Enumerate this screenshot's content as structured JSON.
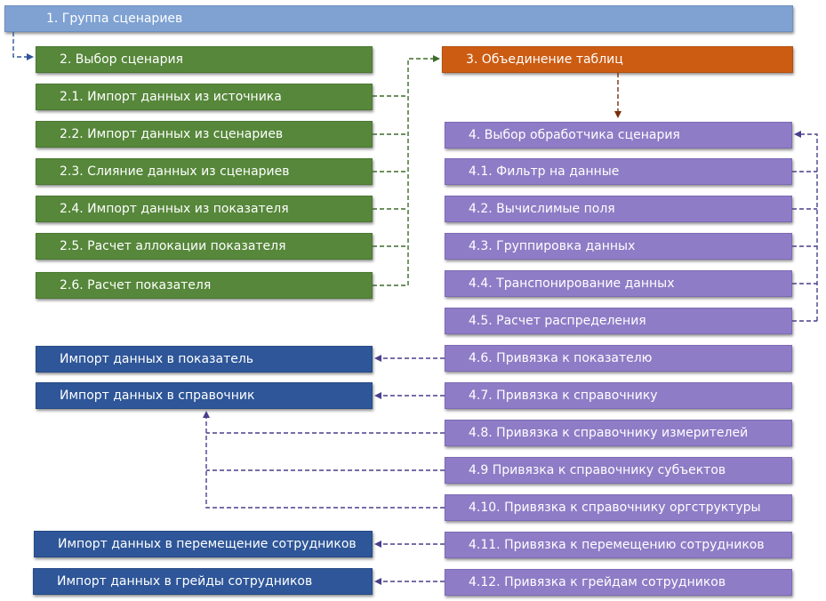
{
  "nodes": {
    "group": "1. Группа сценариев",
    "scenario_select": "2. Выбор сценария",
    "s2_1": "2.1. Импорт данных из источника",
    "s2_2": "2.2. Импорт данных из сценариев",
    "s2_3": "2.3. Слияние данных из сценариев",
    "s2_4": "2.4. Импорт данных из показателя",
    "s2_5": "2.5. Расчет аллокации показателя",
    "s2_6": "2.6. Расчет показателя",
    "join_tables": "3. Объединение таблиц",
    "handler_select": "4. Выбор обработчика сценария",
    "h4_1": "4.1.  Фильтр на данные",
    "h4_2": "4.2.  Вычислимые поля",
    "h4_3": "4.3.  Группировка данных",
    "h4_4": "4.4.  Транспонирование данных",
    "h4_5": "4.5.  Расчет распределения",
    "h4_6": "4.6.  Привязка к показателю",
    "h4_7": "4.7.  Привязка к справочнику",
    "h4_8": "4.8.  Привязка к справочнику измерителей",
    "h4_9": "4.9   Привязка к справочнику субъектов",
    "h4_10": "4.10. Привязка к справочнику оргструктуры",
    "h4_11": "4.11. Привязка к перемещению сотрудников",
    "h4_12": "4.12. Привязка к грейдам сотрудников",
    "import_indicator": "Импорт данных в показатель",
    "import_reference": "Импорт данных в справочник",
    "import_transfer": "Импорт данных в перемещение сотрудников",
    "import_grades": "Импорт данных в грейды сотрудников"
  },
  "colors": {
    "top": "#7fa2d3",
    "green": "#56873a",
    "orange": "#cc5c12",
    "purple": "#8f7cc6",
    "blue": "#2e5698",
    "connector_green": "#3d6b2a",
    "connector_orange": "#7a2e0c",
    "connector_purple": "#4a3f8c",
    "connector_blue": "#2e5698"
  }
}
